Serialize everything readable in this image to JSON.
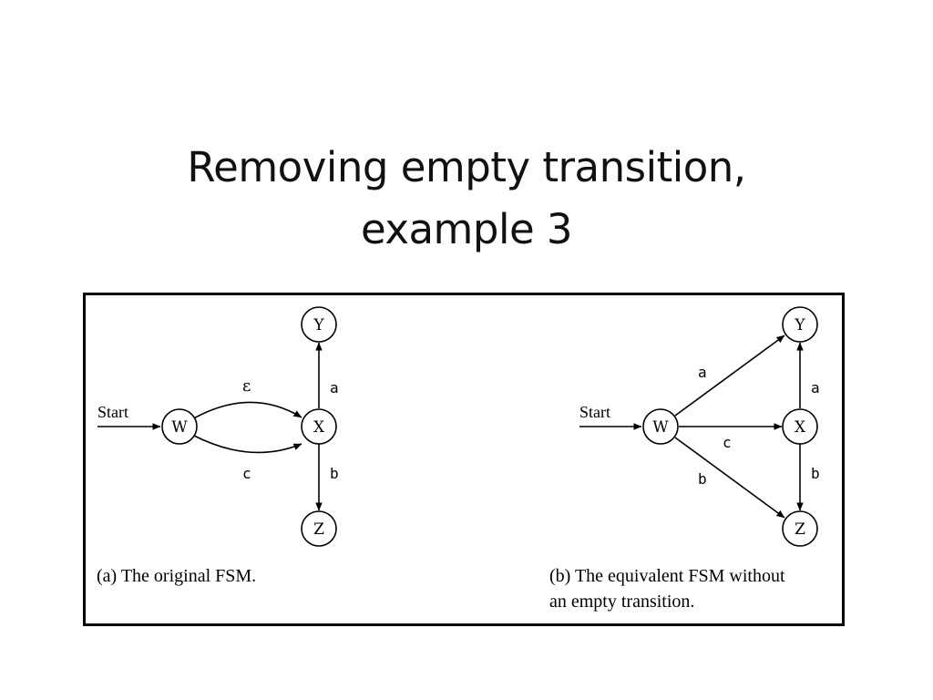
{
  "slide": {
    "title_line1": "Removing empty transition,",
    "title_line2": "example 3"
  },
  "figure": {
    "panel_a": {
      "start_label": "Start",
      "states": {
        "W": "W",
        "X": "X",
        "Y": "Y",
        "Z": "Z"
      },
      "edges": {
        "W_X_upper": "ε",
        "W_X_lower": "c",
        "X_Y": "a",
        "X_Z": "b"
      },
      "caption_line1": "(a)  The original FSM.",
      "caption_line2": ""
    },
    "panel_b": {
      "start_label": "Start",
      "states": {
        "W": "W",
        "X": "X",
        "Y": "Y",
        "Z": "Z"
      },
      "edges": {
        "W_Y": "a",
        "W_X": "c",
        "W_Z": "b",
        "X_Y": "a",
        "X_Z": "b"
      },
      "caption_line1": "(b)  The equivalent FSM without",
      "caption_line2": "an empty transition."
    }
  }
}
